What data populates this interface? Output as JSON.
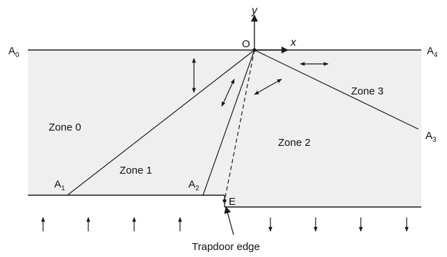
{
  "diagram": {
    "axes": {
      "y_label": "y",
      "x_label": "x",
      "origin_label": "O"
    },
    "points": {
      "A0": {
        "base": "A",
        "sub": "0"
      },
      "A1": {
        "base": "A",
        "sub": "1"
      },
      "A2": {
        "base": "A",
        "sub": "2"
      },
      "A3": {
        "base": "A",
        "sub": "3"
      },
      "A4": {
        "base": "A",
        "sub": "4"
      },
      "E": "E"
    },
    "zones": [
      "Zone 0",
      "Zone 1",
      "Zone 2",
      "Zone 3"
    ],
    "annotation": "Trapdoor edge",
    "colors": {
      "fill": "#efefef",
      "line": "#1a1a1a"
    }
  }
}
